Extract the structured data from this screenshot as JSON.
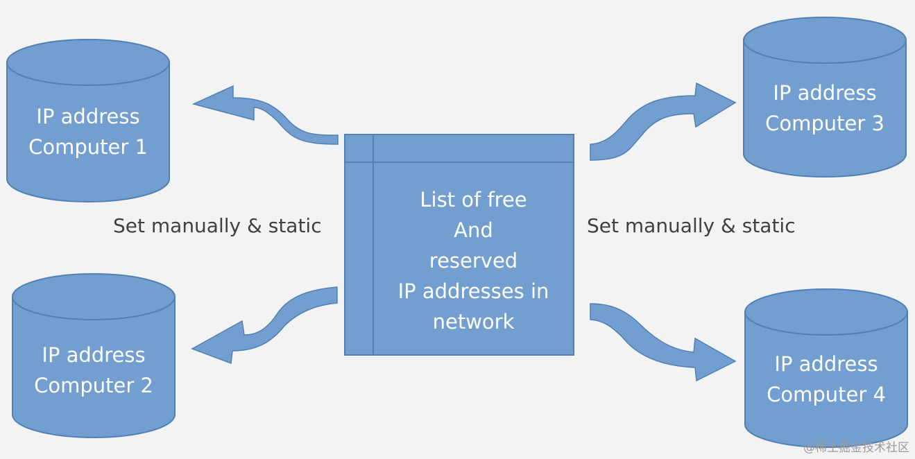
{
  "colors": {
    "fill": "#729fcf",
    "stroke": "#4f7fb3",
    "text": "#ffffff",
    "label_text": "#404040",
    "background": "#f3f3f3"
  },
  "computers": [
    {
      "line1": "IP address",
      "line2": "Computer 1"
    },
    {
      "line1": "IP address",
      "line2": "Computer 2"
    },
    {
      "line1": "IP address",
      "line2": "Computer 3"
    },
    {
      "line1": "IP address",
      "line2": "Computer 4"
    }
  ],
  "center": {
    "lines": [
      "List of free",
      "And",
      "reserved",
      "IP addresses in",
      "network"
    ]
  },
  "labels": {
    "left": "Set manually & static",
    "right": "Set manually & static"
  },
  "watermark": "@稀土掘金技术社区"
}
